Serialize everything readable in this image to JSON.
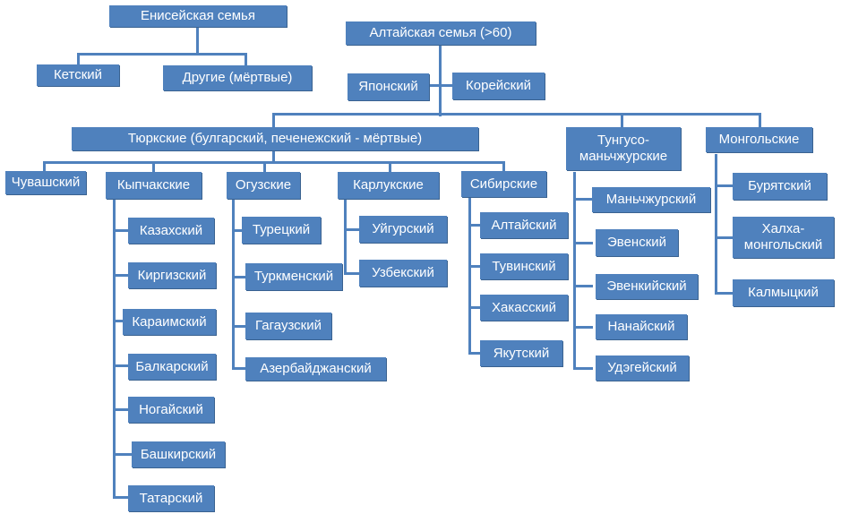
{
  "colors": {
    "box": "#4f81bd",
    "connector": "#4f81bd",
    "text": "#ffffff"
  },
  "nodes": {
    "yenisei": "Енисейская семья",
    "ket": "Кетский",
    "others_dead": "Другие (мёртвые)",
    "altaic": "Алтайская семья (>60)",
    "japanese": "Японский",
    "korean": "Корейский",
    "turkic": "Тюркские (булгарский, печенежский - мёртвые)",
    "tungus_manchu": "Тунгусо-\nманьчжурские",
    "mongolic": "Монгольские",
    "chuvash": "Чувашский",
    "kipchak": "Кыпчакские",
    "oghuz": "Огузские",
    "karluk": "Карлукские",
    "siberian": "Сибирские",
    "kazakh": "Казахский",
    "kyrgyz": "Киргизский",
    "karaim": "Караимский",
    "balkar": "Балкарский",
    "nogai": "Ногайский",
    "bashkir": "Башкирский",
    "tatar": "Татарский",
    "turkish": "Турецкий",
    "turkmen": "Туркменский",
    "gagauz": "Гагаузский",
    "azerbaijani": "Азербайджанский",
    "uyghur": "Уйгурский",
    "uzbek": "Узбекский",
    "altai": "Алтайский",
    "tuvan": "Тувинский",
    "khakas": "Хакасский",
    "yakut": "Якутский",
    "manchu": "Маньчжурский",
    "even": "Эвенский",
    "evenki": "Эвенкийский",
    "nanai": "Нанайский",
    "udege": "Удэгейский",
    "buryat": "Бурятский",
    "khalkha": "Халха-\nмонгольский",
    "kalmyk": "Калмыцкий"
  }
}
